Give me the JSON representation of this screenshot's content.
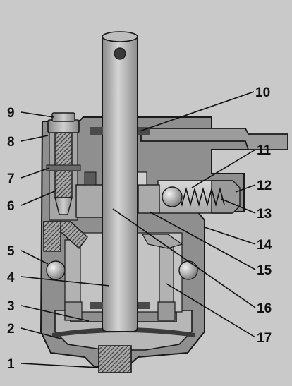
{
  "diagram": {
    "callouts": [
      {
        "id": "1",
        "label": "1"
      },
      {
        "id": "2",
        "label": "2"
      },
      {
        "id": "3",
        "label": "3"
      },
      {
        "id": "4",
        "label": "4"
      },
      {
        "id": "5",
        "label": "5"
      },
      {
        "id": "6",
        "label": "6"
      },
      {
        "id": "7",
        "label": "7"
      },
      {
        "id": "8",
        "label": "8"
      },
      {
        "id": "9",
        "label": "9"
      },
      {
        "id": "10",
        "label": "10"
      },
      {
        "id": "11",
        "label": "11"
      },
      {
        "id": "12",
        "label": "12"
      },
      {
        "id": "13",
        "label": "13"
      },
      {
        "id": "14",
        "label": "14"
      },
      {
        "id": "15",
        "label": "15"
      },
      {
        "id": "16",
        "label": "16"
      },
      {
        "id": "17",
        "label": "17"
      }
    ],
    "colors": {
      "background": "#c9c9c9",
      "body": "#8f8f8f",
      "body_dark": "#6e6e6e",
      "metal_light": "#b9b9b9",
      "metal_mid": "#a3a3a3",
      "cavity": "#cfcfcf",
      "outline": "#1a1a1a"
    }
  }
}
